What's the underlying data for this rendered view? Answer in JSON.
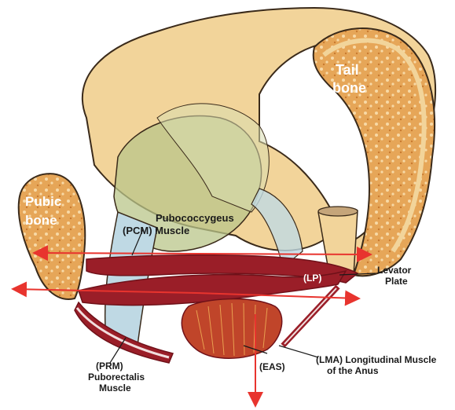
{
  "labels": {
    "tail_bone": [
      "Tail",
      "bone"
    ],
    "pubic_bone": [
      "Pubic",
      "bone"
    ],
    "pcm": [
      "Pubococcygeus",
      "(PCM) Muscle"
    ],
    "levator": [
      "Levator",
      "Plate"
    ],
    "lp": "(LP)",
    "prm": [
      "(PRM)",
      "Puborectalis",
      "Muscle"
    ],
    "eas": "(EAS)",
    "lma": [
      "(LMA) Longitudinal Muscle",
      "of the Anus"
    ]
  },
  "colors": {
    "bone": "#f2d49a",
    "bone_dark": "#e0a861",
    "marrow": "#d98c3c",
    "muscle": "#9a1e28",
    "muscle_dark": "#6f1119",
    "pcm_fill": "#b9c58a",
    "arrow": "#e8342e",
    "rectum_blue": "#bfd9e4"
  }
}
